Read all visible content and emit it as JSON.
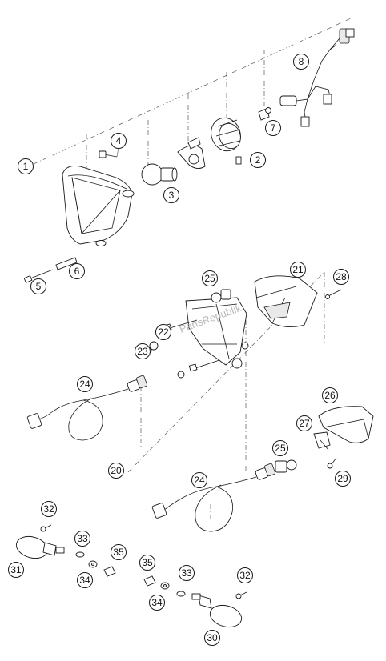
{
  "diagram": {
    "callouts": [
      {
        "id": "c1",
        "label": "1"
      },
      {
        "id": "c2",
        "label": "2"
      },
      {
        "id": "c3",
        "label": "3"
      },
      {
        "id": "c4",
        "label": "4"
      },
      {
        "id": "c5",
        "label": "5"
      },
      {
        "id": "c6",
        "label": "6"
      },
      {
        "id": "c7",
        "label": "7"
      },
      {
        "id": "c8",
        "label": "8"
      },
      {
        "id": "c20",
        "label": "20"
      },
      {
        "id": "c21",
        "label": "21"
      },
      {
        "id": "c22",
        "label": "22"
      },
      {
        "id": "c23",
        "label": "23"
      },
      {
        "id": "c24a",
        "label": "24"
      },
      {
        "id": "c24b",
        "label": "24"
      },
      {
        "id": "c25a",
        "label": "25"
      },
      {
        "id": "c25b",
        "label": "25"
      },
      {
        "id": "c26",
        "label": "26"
      },
      {
        "id": "c27",
        "label": "27"
      },
      {
        "id": "c28",
        "label": "28"
      },
      {
        "id": "c29",
        "label": "29"
      },
      {
        "id": "c30",
        "label": "30"
      },
      {
        "id": "c31",
        "label": "31"
      },
      {
        "id": "c32a",
        "label": "32"
      },
      {
        "id": "c32b",
        "label": "32"
      },
      {
        "id": "c33a",
        "label": "33"
      },
      {
        "id": "c33b",
        "label": "33"
      },
      {
        "id": "c34a",
        "label": "34"
      },
      {
        "id": "c34b",
        "label": "34"
      },
      {
        "id": "c35a",
        "label": "35"
      },
      {
        "id": "c35b",
        "label": "35"
      }
    ],
    "watermark": "PartsRepublik"
  }
}
